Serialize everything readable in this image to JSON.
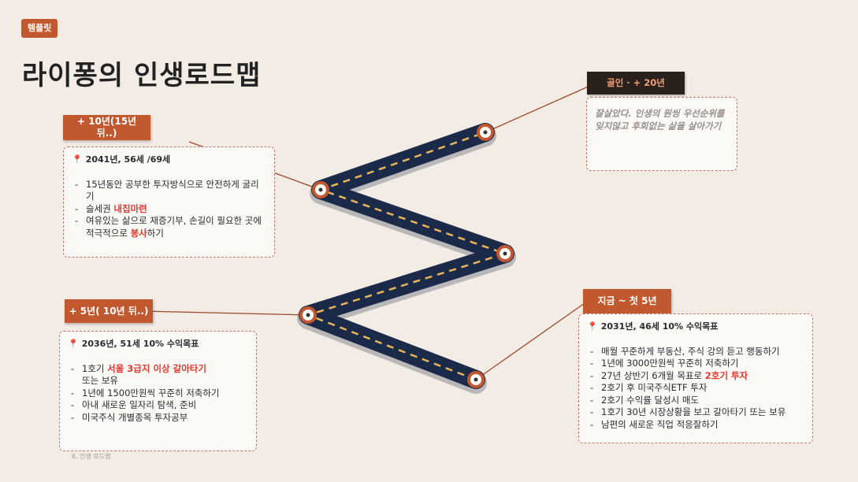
{
  "tag": "템플릿",
  "title": "라이퐁의 인생로드맵",
  "footer": "6. 인생 로드맵",
  "stages": {
    "now": {
      "label": "지금 ~ 첫 5년",
      "heading": "2031년, 46세 10% 수익목표",
      "items": [
        "매월 꾸준하게 부동산, 주식 강의 듣고 행동하기",
        "1년에 3000만원씩 꾸준히 저축하기",
        "27년 상반기 6개월 목표로 ",
        "2호기 투자",
        "2호기 후 미국주식ETF 투자",
        "2호기 수익률 달성시 매도",
        "1호기 30년 시장상황을 보고 갈아타기 또는 보유",
        "남편의 새로운 직업 적응잘하기"
      ]
    },
    "five": {
      "label": "+ 5년( 10년 뒤..)",
      "heading": "2036년, 51세 10% 수익목표",
      "items": [
        "1호기 ",
        "서울 3급지 이상 갈아타기",
        "또는 보유",
        "1년에 1500만원씩 꾸준히 저축하기",
        "아내 새로운 일자리 탐색, 준비",
        "미국주식 개별종목 투자공부"
      ]
    },
    "ten": {
      "label": "+ 10년(15년 뒤..)",
      "heading": "2041년, 56세 /69세",
      "items": [
        "15년동안 공부한 투자방식으로 안전하게 굴리기",
        "슬세권 ",
        "내집마련",
        "여유있는 삶으로 재증기부, 손길이 필요한 곳에 적극적으로 ",
        "봉사",
        "하기"
      ]
    },
    "goal": {
      "label": "골인 · + 20년",
      "text": "잘살았다. 인생의 원씽 우선순위를 잊지않고 후회없는 삶을 살아가기"
    }
  },
  "colors": {
    "accent": "#c2582e",
    "road": "#1c2a4a",
    "dash": "#e8b55a",
    "highlight": "#e0392f"
  }
}
